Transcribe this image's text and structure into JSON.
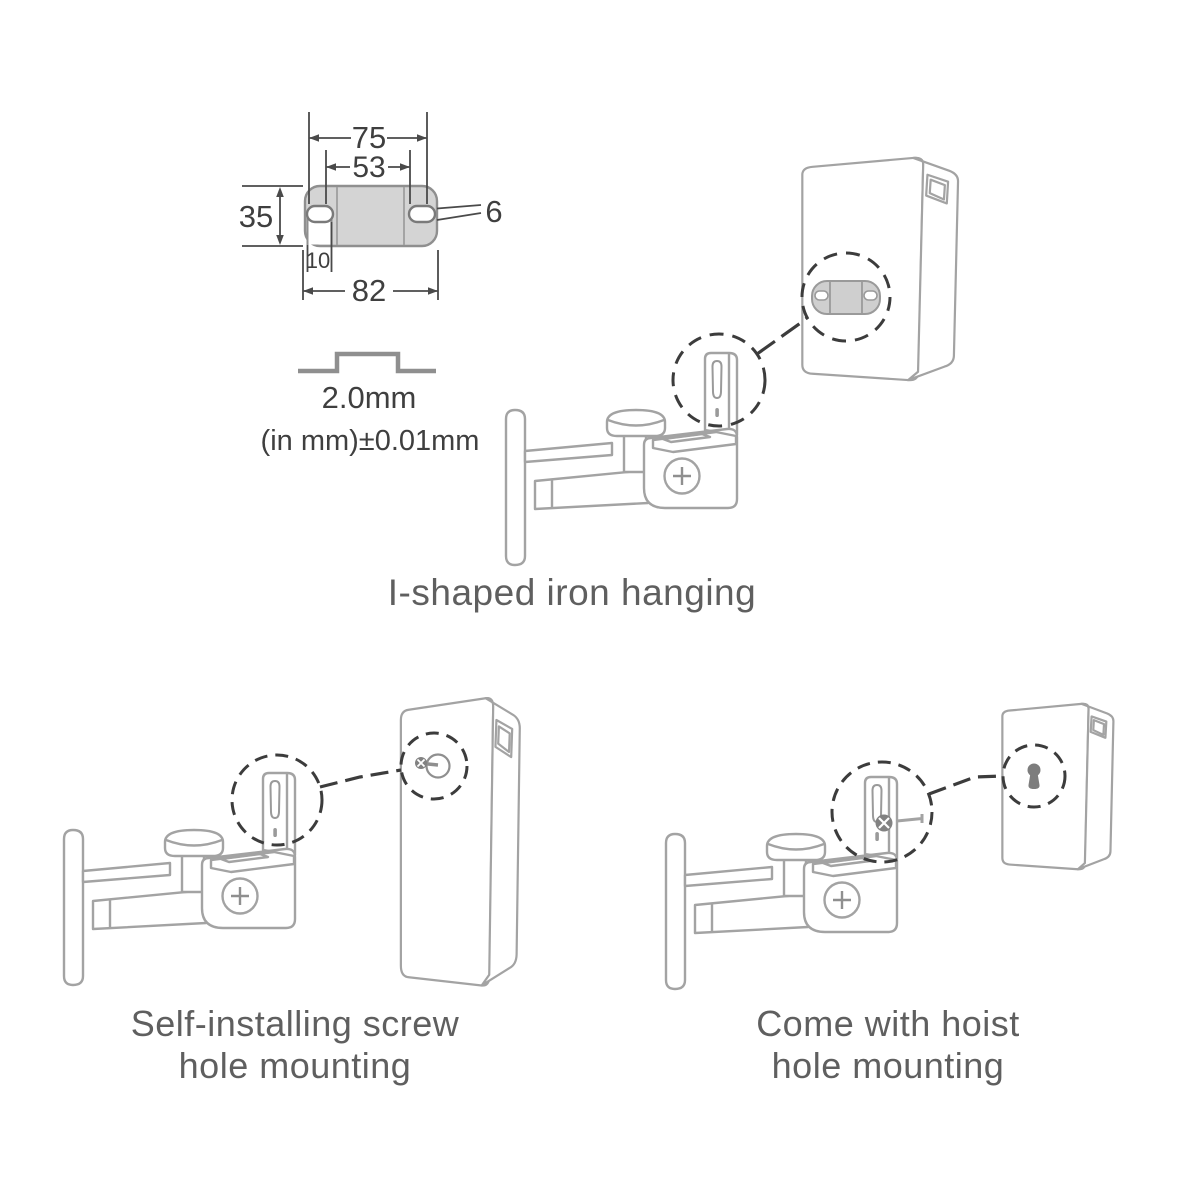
{
  "page": {
    "background": "#ffffff"
  },
  "colors": {
    "line_art": "#a3a3a3",
    "dimension_lines": "#4a4a4a",
    "dimension_text": "#3f3f3f",
    "plate_fill": "#d4d4d4",
    "plate_stroke": "#8f8f8f",
    "dashed_detail": "#3c3c3c",
    "caption_text": "#5f5f5f",
    "dark_fill": "#7d7d7d"
  },
  "dimension_drawing": {
    "outer_slot_span": "75",
    "inner_slot_span": "53",
    "plate_height": "35",
    "slot_height": "6",
    "notch_width": "10",
    "total_width": "82",
    "thickness": "2.0mm",
    "tolerance_note": "(in mm)±0.01mm"
  },
  "captions": {
    "top": "I-shaped iron hanging",
    "bottom_left_line1": "Self-installing screw",
    "bottom_left_line2": "hole mounting",
    "bottom_right_line1": "Come with hoist",
    "bottom_right_line2": "hole mounting"
  },
  "icons": {
    "plate": "i-shaped-iron-plate-icon",
    "screw": "screw-into-hole-icon",
    "keyhole": "hoist-keyhole-icon",
    "terminal": "speaker-terminal-panel",
    "zoom_circles": "dashed-zoom-circle"
  }
}
